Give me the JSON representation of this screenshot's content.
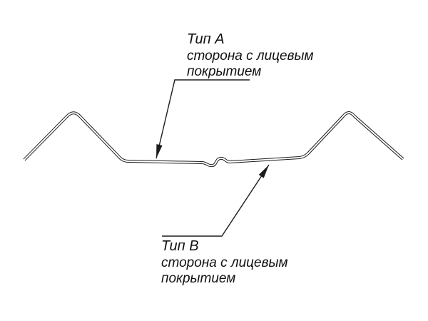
{
  "diagram": {
    "background_color": "#ffffff",
    "line_color": "#1c1c1c",
    "labels": {
      "type_a": {
        "title": "Тип А",
        "line1": "сторона с лицевым",
        "line2": "покрытием"
      },
      "type_b": {
        "title": "Тип В",
        "line1": "сторона с лицевым",
        "line2": "покрытием"
      }
    }
  }
}
